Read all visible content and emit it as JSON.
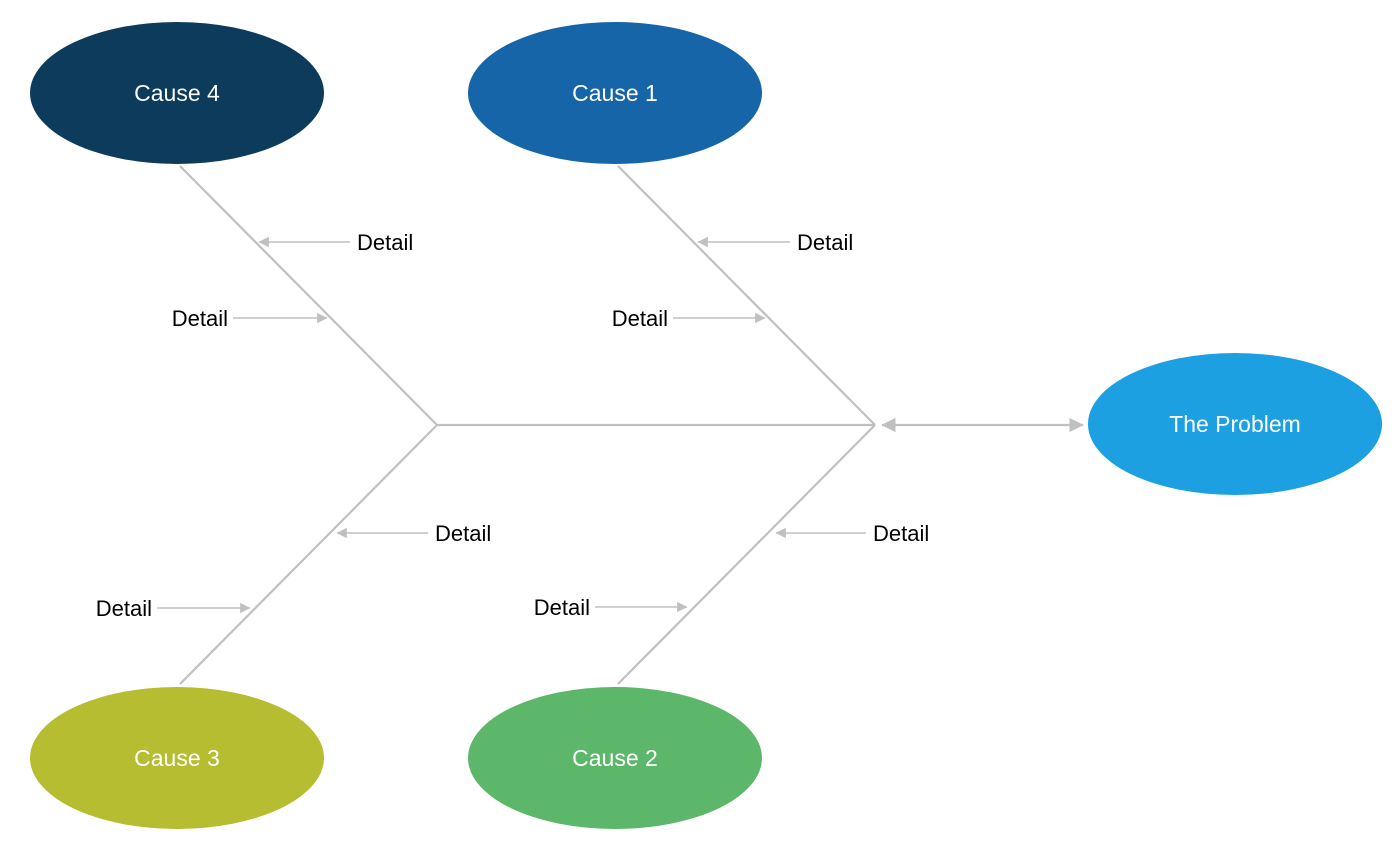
{
  "diagram": {
    "type": "fishbone",
    "problem": {
      "label": "The Problem",
      "color": "#1CA0E2"
    },
    "causes": [
      {
        "label": "Cause 1",
        "color": "#1565A8"
      },
      {
        "label": "Cause 2",
        "color": "#5CB76B"
      },
      {
        "label": "Cause 3",
        "color": "#B6BD30"
      },
      {
        "label": "Cause 4",
        "color": "#0D3B5C"
      }
    ],
    "details": [
      "Detail",
      "Detail",
      "Detail",
      "Detail",
      "Detail",
      "Detail",
      "Detail",
      "Detail"
    ],
    "colors": {
      "connector": "#C0C0C0",
      "node_text": "#FFFFFF",
      "detail_text": "#000000",
      "background": "#FFFFFF"
    }
  }
}
